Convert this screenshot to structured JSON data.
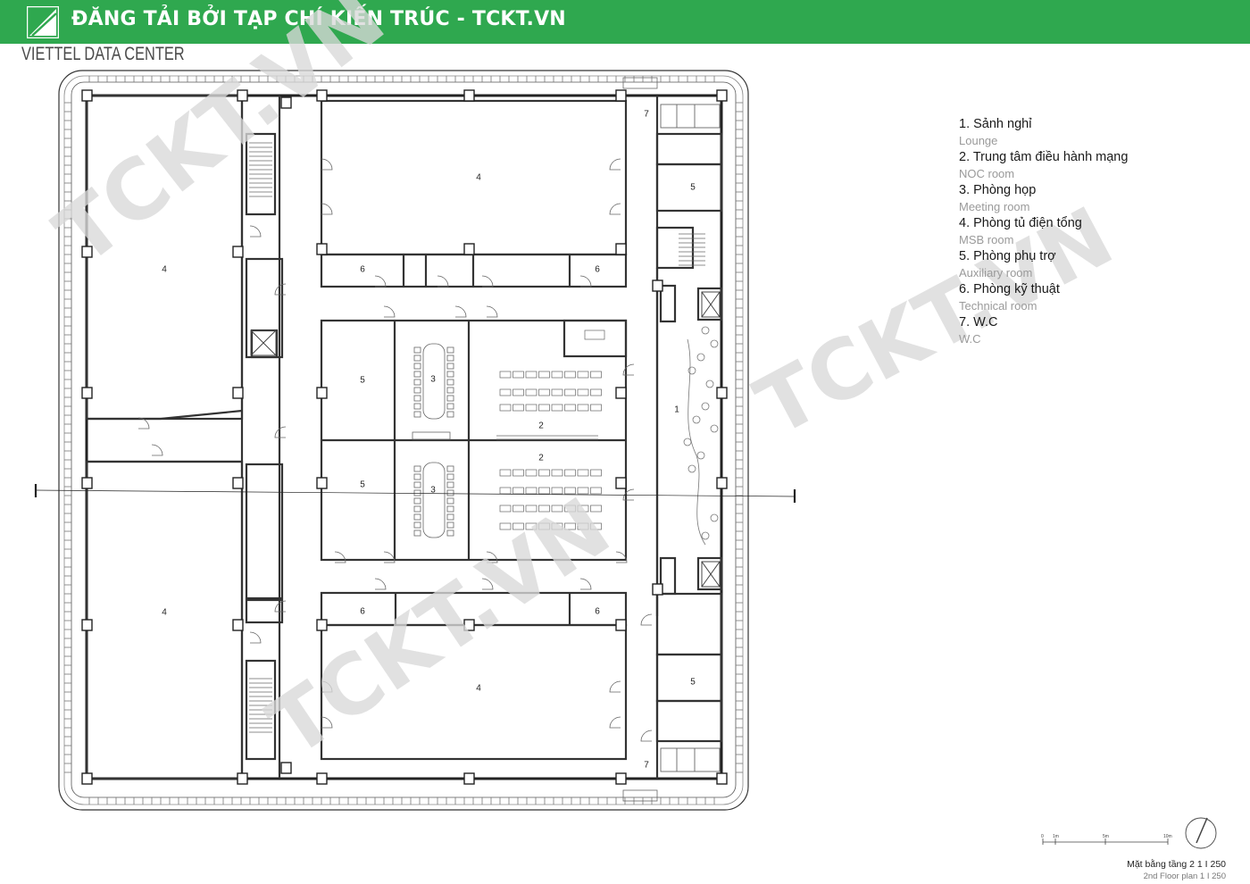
{
  "banner": {
    "title": "ĐĂNG TẢI BỞI TẠP CHÍ KIẾN TRÚC - TCKT.VN",
    "color": "#2fa84f"
  },
  "project_title": "VIETTEL DATA CENTER",
  "watermark_text": "TCKT.VN",
  "legend": [
    {
      "vi": "1. Sảnh nghỉ",
      "en": "Lounge"
    },
    {
      "vi": "2. Trung tâm điều hành mạng",
      "en": "NOC room"
    },
    {
      "vi": "3. Phòng họp",
      "en": "Meeting room"
    },
    {
      "vi": "4. Phòng tủ điện tổng",
      "en": "MSB room"
    },
    {
      "vi": "5. Phòng phụ trợ",
      "en": "Auxiliary room"
    },
    {
      "vi": "6. Phòng kỹ thuật",
      "en": "Technical room"
    },
    {
      "vi": "7. W.C",
      "en": "W.C"
    }
  ],
  "plan": {
    "section_mark": "I",
    "rooms": {
      "lounge": "1",
      "noc_upper": "2",
      "noc_lower": "2",
      "meeting_upper": "3",
      "meeting_lower": "3",
      "msb_left_upper": "4",
      "msb_left_lower": "4",
      "msb_top": "4",
      "msb_bottom": "4",
      "aux_center_upper": "5",
      "aux_center_lower": "5",
      "aux_right_upper": "5",
      "aux_right_lower": "5",
      "tech_top_left": "6",
      "tech_top_right": "6",
      "tech_bottom_left": "6",
      "tech_bottom_right": "6",
      "wc_top": "7",
      "wc_bottom": "7"
    }
  },
  "scale_bar": {
    "labels": [
      "0",
      "1m",
      "5m",
      "10m"
    ]
  },
  "caption": {
    "vi": "Mặt bằng tầng 2   1 I 250",
    "en": "2nd Floor plan   1 I 250"
  }
}
